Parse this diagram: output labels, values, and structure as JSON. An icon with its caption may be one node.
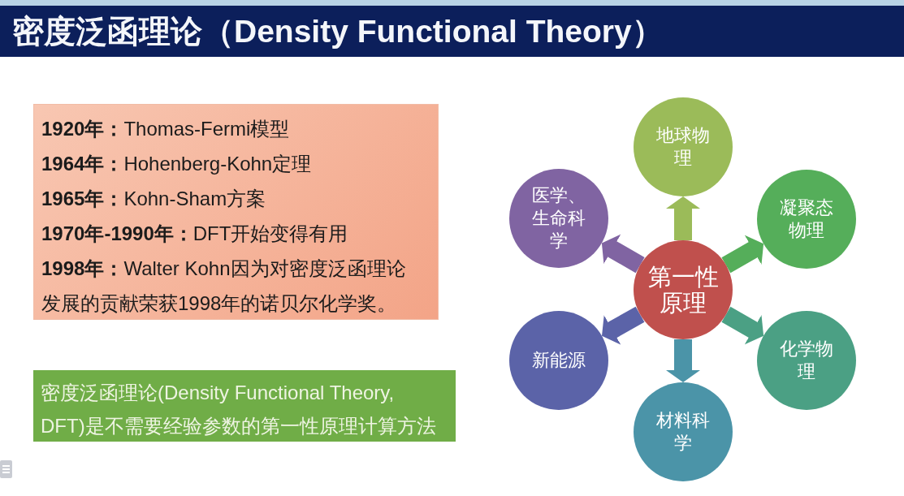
{
  "diagram": {
    "title": "密度泛函理论（Density Functional Theory）",
    "nodes": [
      {
        "text": [
          "**1920年：**Thomas-Fermi模型",
          "**1964年：**Hohenberg-Kohn定理",
          "**1965年：**Kohn-Sham方案",
          "**1970年-1990年：**DFT开始变得有用",
          "**1998年：**Walter Kohn因为对密度泛函理论发展的贡献荣获1998年的诺贝尔化学奖。"
        ]
      },
      {
        "text": [
          "密度泛函理论(Density Functional Theory, DFT)是不需要经验参数的第一性原理计算方法"
        ]
      },
      {
        "text": [
          "地球物理"
        ]
      },
      {
        "text": [
          "医学、生命科学"
        ]
      },
      {
        "text": [
          "凝聚态物理"
        ]
      },
      {
        "text": [
          "第一性原理"
        ]
      },
      {
        "text": [
          "新能源"
        ]
      },
      {
        "text": [
          "化学物理"
        ]
      },
      {
        "text": [
          "材料科学"
        ]
      }
    ],
    "edges": [
      {
        "from": 5,
        "to": 2,
        "arrow": "to",
        "color": "#9bbb59"
      },
      {
        "from": 5,
        "to": 3,
        "arrow": "to",
        "color": "#8064a2"
      },
      {
        "from": 5,
        "to": 4,
        "arrow": "to",
        "color": "#55ae5a"
      },
      {
        "from": 5,
        "to": 6,
        "arrow": "to",
        "color": "#5b63a8"
      },
      {
        "from": 5,
        "to": 7,
        "arrow": "to",
        "color": "#4ba084"
      },
      {
        "from": 5,
        "to": 8,
        "arrow": "to",
        "color": "#4b94a8"
      }
    ]
  }
}
